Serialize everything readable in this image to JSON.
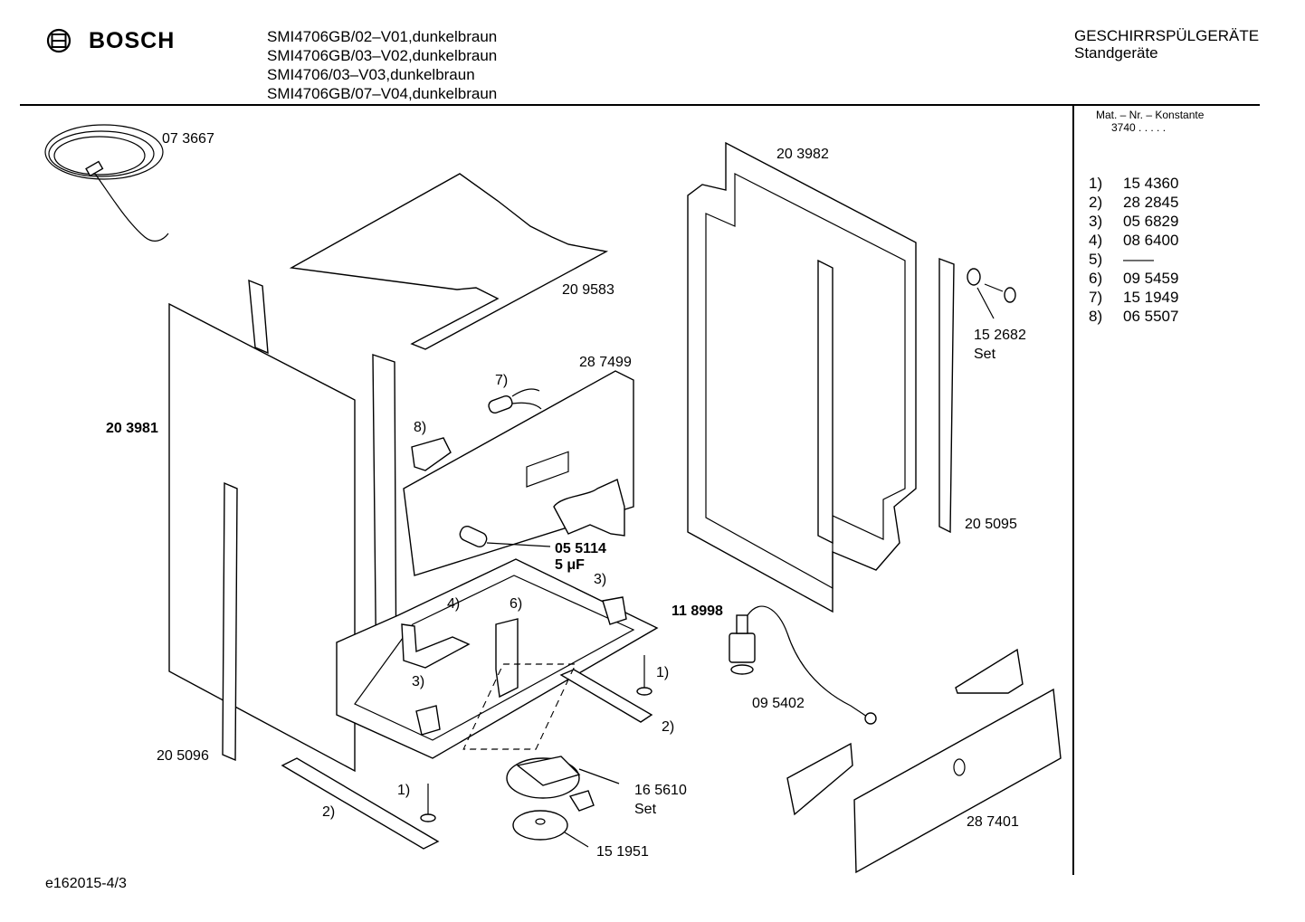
{
  "header": {
    "brand": "BOSCH",
    "models": [
      "SMI4706GB/02–V01,dunkelbraun",
      "SMI4706GB/03–V02,dunkelbraun",
      "SMI4706/03–V03,dunkelbraun",
      "SMI4706GB/07–V04,dunkelbraun"
    ],
    "category_title": "GESCHIRRSPÜLGERÄTE",
    "category_subtitle": "Standgeräte"
  },
  "sidebar": {
    "mat_label": "Mat. – Nr. – Konstante",
    "mat_value": "3740  .  .  .  .  .",
    "parts": [
      {
        "key": "1)",
        "value": "15 4360"
      },
      {
        "key": "2)",
        "value": "28 2845"
      },
      {
        "key": "3)",
        "value": "05 6829"
      },
      {
        "key": "4)",
        "value": "08 6400"
      },
      {
        "key": "5)",
        "value": "——"
      },
      {
        "key": "6)",
        "value": "09 5459"
      },
      {
        "key": "7)",
        "value": "15 1949"
      },
      {
        "key": "8)",
        "value": "06 5507"
      }
    ]
  },
  "labels": {
    "cable": "07 3667",
    "top_plate": "20 9583",
    "side_panel": "20 3981",
    "door_frame": "20 3982",
    "control_panel": "28 7499",
    "item7": "7)",
    "item8": "8)",
    "capacitor": "05 5114",
    "capacitor_value": "5 μF",
    "screw_set": "15 2682",
    "screw_set_suffix": "Set",
    "strip_right": "20 5095",
    "strip_left": "20 5096",
    "item3a": "3)",
    "item4": "4)",
    "item6": "6)",
    "base_frame": "11 8998",
    "item1a": "1)",
    "item2a": "2)",
    "item3b": "3)",
    "float_switch": "09 5402",
    "item1b": "1)",
    "item2b": "2)",
    "foot_set": "16 5610",
    "foot_set_suffix": "Set",
    "disc": "15 1951",
    "kick_plate": "28 7401"
  },
  "footer": {
    "code": "e162015-4/3"
  }
}
